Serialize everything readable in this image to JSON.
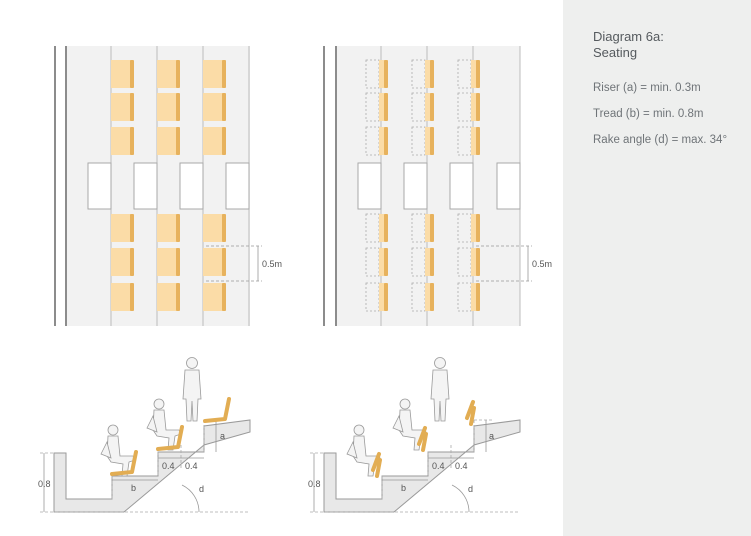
{
  "panel": {
    "title_line1": "Diagram 6a:",
    "title_line2": "Seating",
    "specs": [
      "Riser (a) = min. 0.3m",
      "Tread (b) = min. 0.8m",
      "Rake angle (d) = max. 34°"
    ]
  },
  "plan": {
    "dim_label": "0.5m"
  },
  "section": {
    "height_label": "0.8",
    "riser_label": "a",
    "tread_label": "b",
    "angle_label": "d",
    "seat_width_label": "0.4"
  },
  "colors": {
    "seat_fill": "#fbdca7",
    "seat_back": "#e7b25d",
    "plan_floor": "#f2f2f2",
    "section_fill": "#e8e8e8",
    "panel_bg": "#eeefee"
  }
}
